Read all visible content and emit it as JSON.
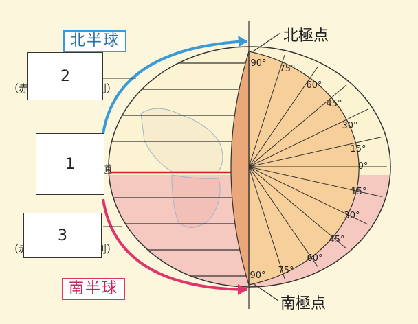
{
  "labels": {
    "north_hemisphere": "北半球",
    "south_hemisphere": "南半球",
    "north_pole": "北極点",
    "south_pole": "南極点",
    "partial_left_top": "（赤",
    "partial_right_top": "則）",
    "partial_left_bottom": "（赤",
    "partial_right_bottom": "則）",
    "partial_equator": "道"
  },
  "boxes": {
    "box_top": "2",
    "box_middle": "1",
    "box_bottom": "3"
  },
  "latitude_labels_north": [
    "90°",
    "75°",
    "60°",
    "45°",
    "30°",
    "15°",
    "0°"
  ],
  "latitude_labels_south": [
    "15°",
    "30°",
    "45°",
    "60°",
    "75°",
    "90°"
  ],
  "colors": {
    "north_arrow": "#3a9ad9",
    "south_arrow": "#e0356a",
    "equator": "#e02020",
    "north_half": "#fbf3d2",
    "south_half": "#f6c9c0",
    "cutaway": "#f6cf9a",
    "cut_edge": "#e9a77a",
    "ocean": "#eef2f6"
  }
}
